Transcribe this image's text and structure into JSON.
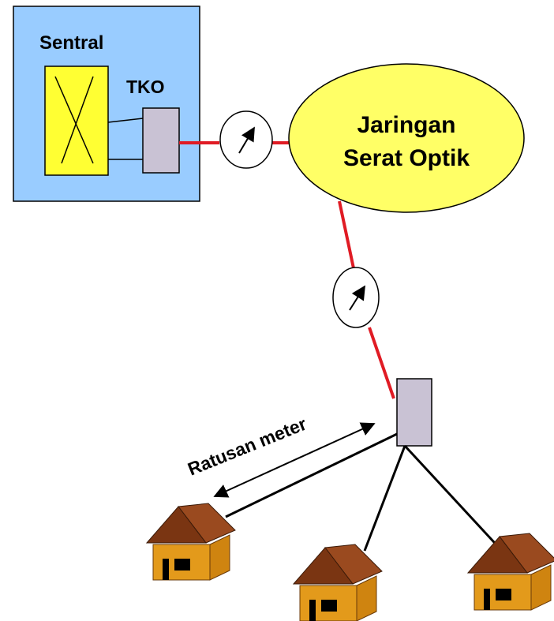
{
  "central_office": {
    "label": "Sentral",
    "terminal_label": "TKO"
  },
  "fiber_network": {
    "line1": "Jaringan",
    "line2": "Serat Optik"
  },
  "distance_label": "Ratusan meter",
  "colors": {
    "central_fill": "#99ccff",
    "switch_fill": "#ffff33",
    "terminal_fill": "#c9c2d4",
    "cloud_fill": "#ffff66",
    "fiber_line": "#e01b24",
    "copper_line": "#000000",
    "house_wall": "#e39a1b",
    "house_wall_side": "#cf8410",
    "house_roof": "#9a4a1f",
    "house_roof_dark": "#7a3512"
  },
  "houses": [
    {
      "name": "house-left"
    },
    {
      "name": "house-middle"
    },
    {
      "name": "house-right"
    }
  ]
}
